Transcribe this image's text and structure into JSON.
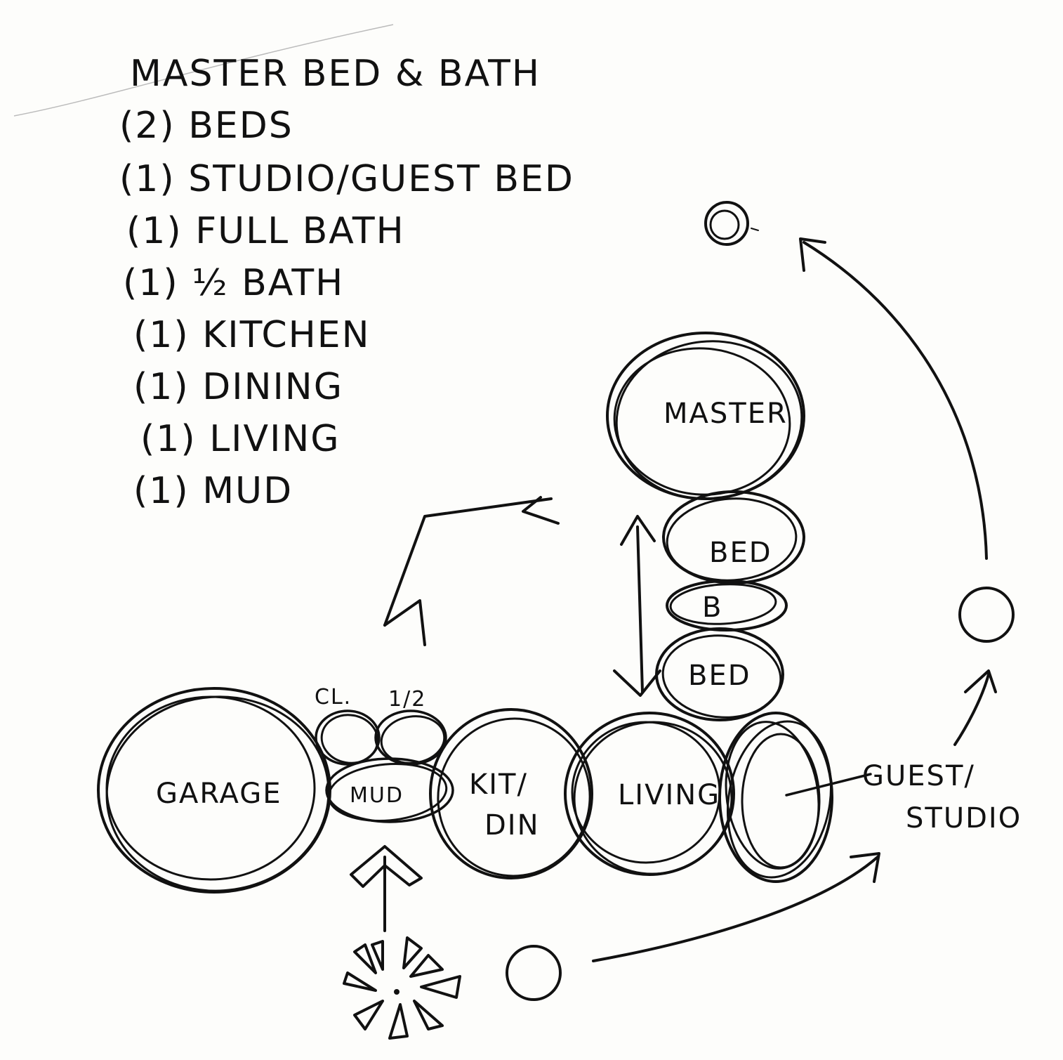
{
  "program_list": [
    "MASTER BED & BATH",
    "(2) BEDS",
    "(1) STUDIO/GUEST BED",
    "(1) FULL BATH",
    "(1) ½ BATH",
    "(1) KITCHEN",
    "(1) DINING",
    "(1) LIVING",
    "(1) MUD"
  ],
  "rooms": {
    "garage": "GARAGE",
    "closet": "CL.",
    "half_bath": "1/2",
    "mud": "MUD",
    "kit_din_line1": "KIT/",
    "kit_din_line2": "DIN",
    "living": "LIVING",
    "guest_line1": "GUEST/",
    "guest_line2": "STUDIO",
    "master": "MASTER",
    "bed_upper": "BED",
    "bath": "B",
    "bed_lower": "BED"
  },
  "colors": {
    "ink": "#111111",
    "paper": "#fdfdfb"
  },
  "icons": {
    "sun_position": "sun-circle-icon",
    "north_arrow": "north-arrow-icon",
    "entry_arrow": "entry-arrow-icon",
    "compass": "compass-star-icon"
  }
}
